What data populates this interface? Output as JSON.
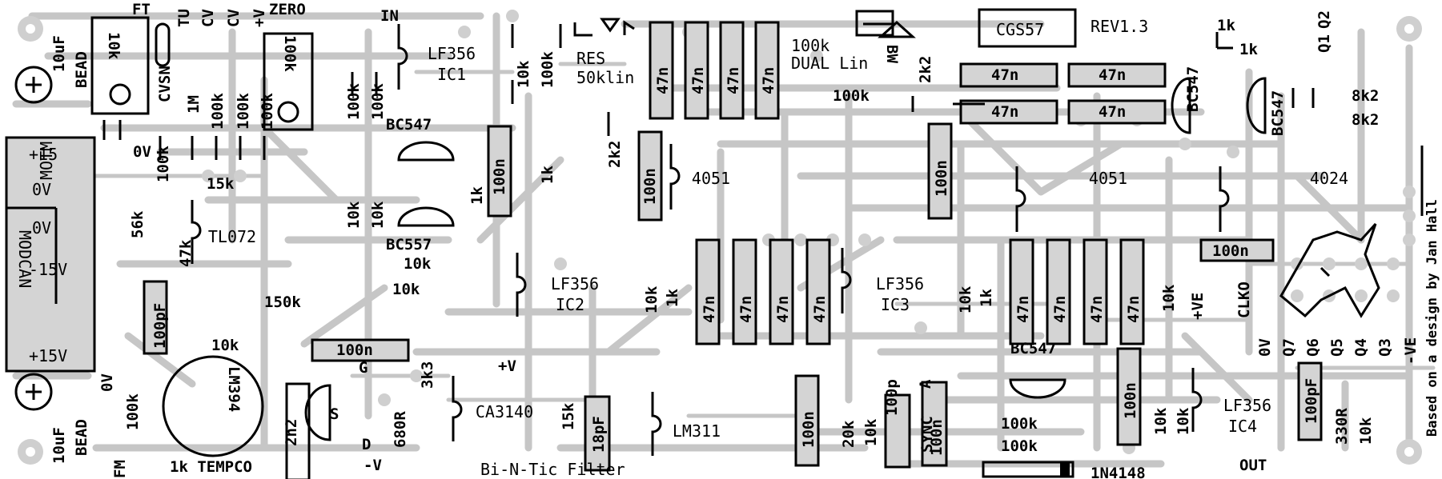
{
  "board": {
    "top_labels": {
      "ft": "FT",
      "tu": "TU",
      "cv1": "CV",
      "cv2": "CV",
      "plus_v": "+V",
      "zero": "ZERO",
      "in": "IN",
      "res": "RES",
      "res_val": "50klin",
      "dual_pot": "100k",
      "dual_lin": "DUAL Lin",
      "bw": "BW",
      "board_name": "CGS57",
      "rev": "REV1.3",
      "q1": "Q1",
      "q2": "Q2"
    },
    "power_header": {
      "p15": "+15",
      "zero1": "0V",
      "zero2": "0V",
      "m15": "-15V",
      "p15b": "+15V",
      "motm": "MOTM",
      "modcan": "MODCAN"
    },
    "ics": {
      "ic1": "LF356",
      "ic1_ref": "IC1",
      "tl072": "TL072",
      "ic2": "LF356",
      "ic2_ref": "IC2",
      "ic3": "LF356",
      "ic3_ref": "IC3",
      "ic4": "LF356",
      "ic4_ref": "IC4",
      "ca3140": "CA3140",
      "lm311": "LM311",
      "lm394": "LM394",
      "mux1": "4051",
      "mux2": "4051",
      "counter": "4024"
    },
    "transistors": {
      "t1": "BC547",
      "t2": "BC557",
      "t3": "BC547",
      "t4": "BC547",
      "t5": "BC547"
    },
    "components": {
      "cap_10uf_top": "10uF",
      "bead_top": "BEAD",
      "r_10k_trim": "10k",
      "r_100k_trim": "100k",
      "cvsn": "CVSN",
      "r_1m": "1M",
      "r_100k_a": "100k",
      "r_100k_b": "100k",
      "r_100k_c": "100k",
      "zero_v_a": "0V",
      "r_100k_d": "100k",
      "r_15k": "15k",
      "r_56k": "56k",
      "r_47k": "47k",
      "c_100pf_a": "100pF",
      "r_150k": "150k",
      "r_10k_lm": "10k",
      "c_100n_a": "100n",
      "r_100k_in1": "100k",
      "r_100k_in2": "100k",
      "r_10k_a": "10k",
      "r_10k_b": "10k",
      "r_10k_c": "10k",
      "r_10k_d": "10k",
      "r_10k_ic1": "10k",
      "r_100k_ic1": "100k",
      "r_1k_a": "1k",
      "r_1k_b": "1k",
      "c_100n_b": "100n",
      "r_2k2_a": "2k2",
      "c_100n_c": "100n",
      "c_47n": "47n",
      "r_100k_bw": "100k",
      "r_2k2_b": "2k2",
      "c_100n_d": "100n",
      "r_1k_q2": "1k",
      "r_1k_q1": "1k",
      "r_8k2_a": "8k2",
      "r_8k2_b": "8k2",
      "r_10k_ic2": "10k",
      "r_1k_ic2": "1k",
      "r_10k_ic3": "10k",
      "r_1k_ic3": "1k",
      "r_10k_ve": "10k",
      "plus_ve": "+VE",
      "c_100n_e": "100n",
      "clko": "CLKO",
      "zero_v_b": "0V",
      "q7": "Q7",
      "q6": "Q6",
      "q5": "Q5",
      "q4": "Q4",
      "q3": "Q3",
      "minus_ve": "-VE",
      "cap_10uf_bot": "10uF",
      "bead_bot": "BEAD",
      "zero_v_c": "0V",
      "r_100k_lm": "100k",
      "fm": "FM",
      "tempco": "1k TEMPCO",
      "c_2n2": "2n2",
      "g": "G",
      "s": "S",
      "d": "D",
      "r_680r": "680R",
      "r_3k3": "3k3",
      "plus_v_b": "+V",
      "r_15k_b": "15k",
      "c_18pf": "18pF",
      "c_100n_f": "100n",
      "r_20k": "20k",
      "r_10k_e": "10k",
      "c_100p": "100p",
      "a": "A",
      "sync": "SYNC",
      "c_100n_g": "100n",
      "r_100k_e": "100k",
      "r_100k_f": "100k",
      "diode": "1N4148",
      "c_100n_h": "100n",
      "r_10k_f": "10k",
      "r_10k_g": "10k",
      "c_100pf_b": "100pF",
      "r_330r": "330R",
      "r_10k_h": "10k",
      "out": "OUT",
      "minus_v": "-V",
      "title": "Bi-N-Tic Filter",
      "credit": "Based on a design by Jan Hall"
    }
  }
}
